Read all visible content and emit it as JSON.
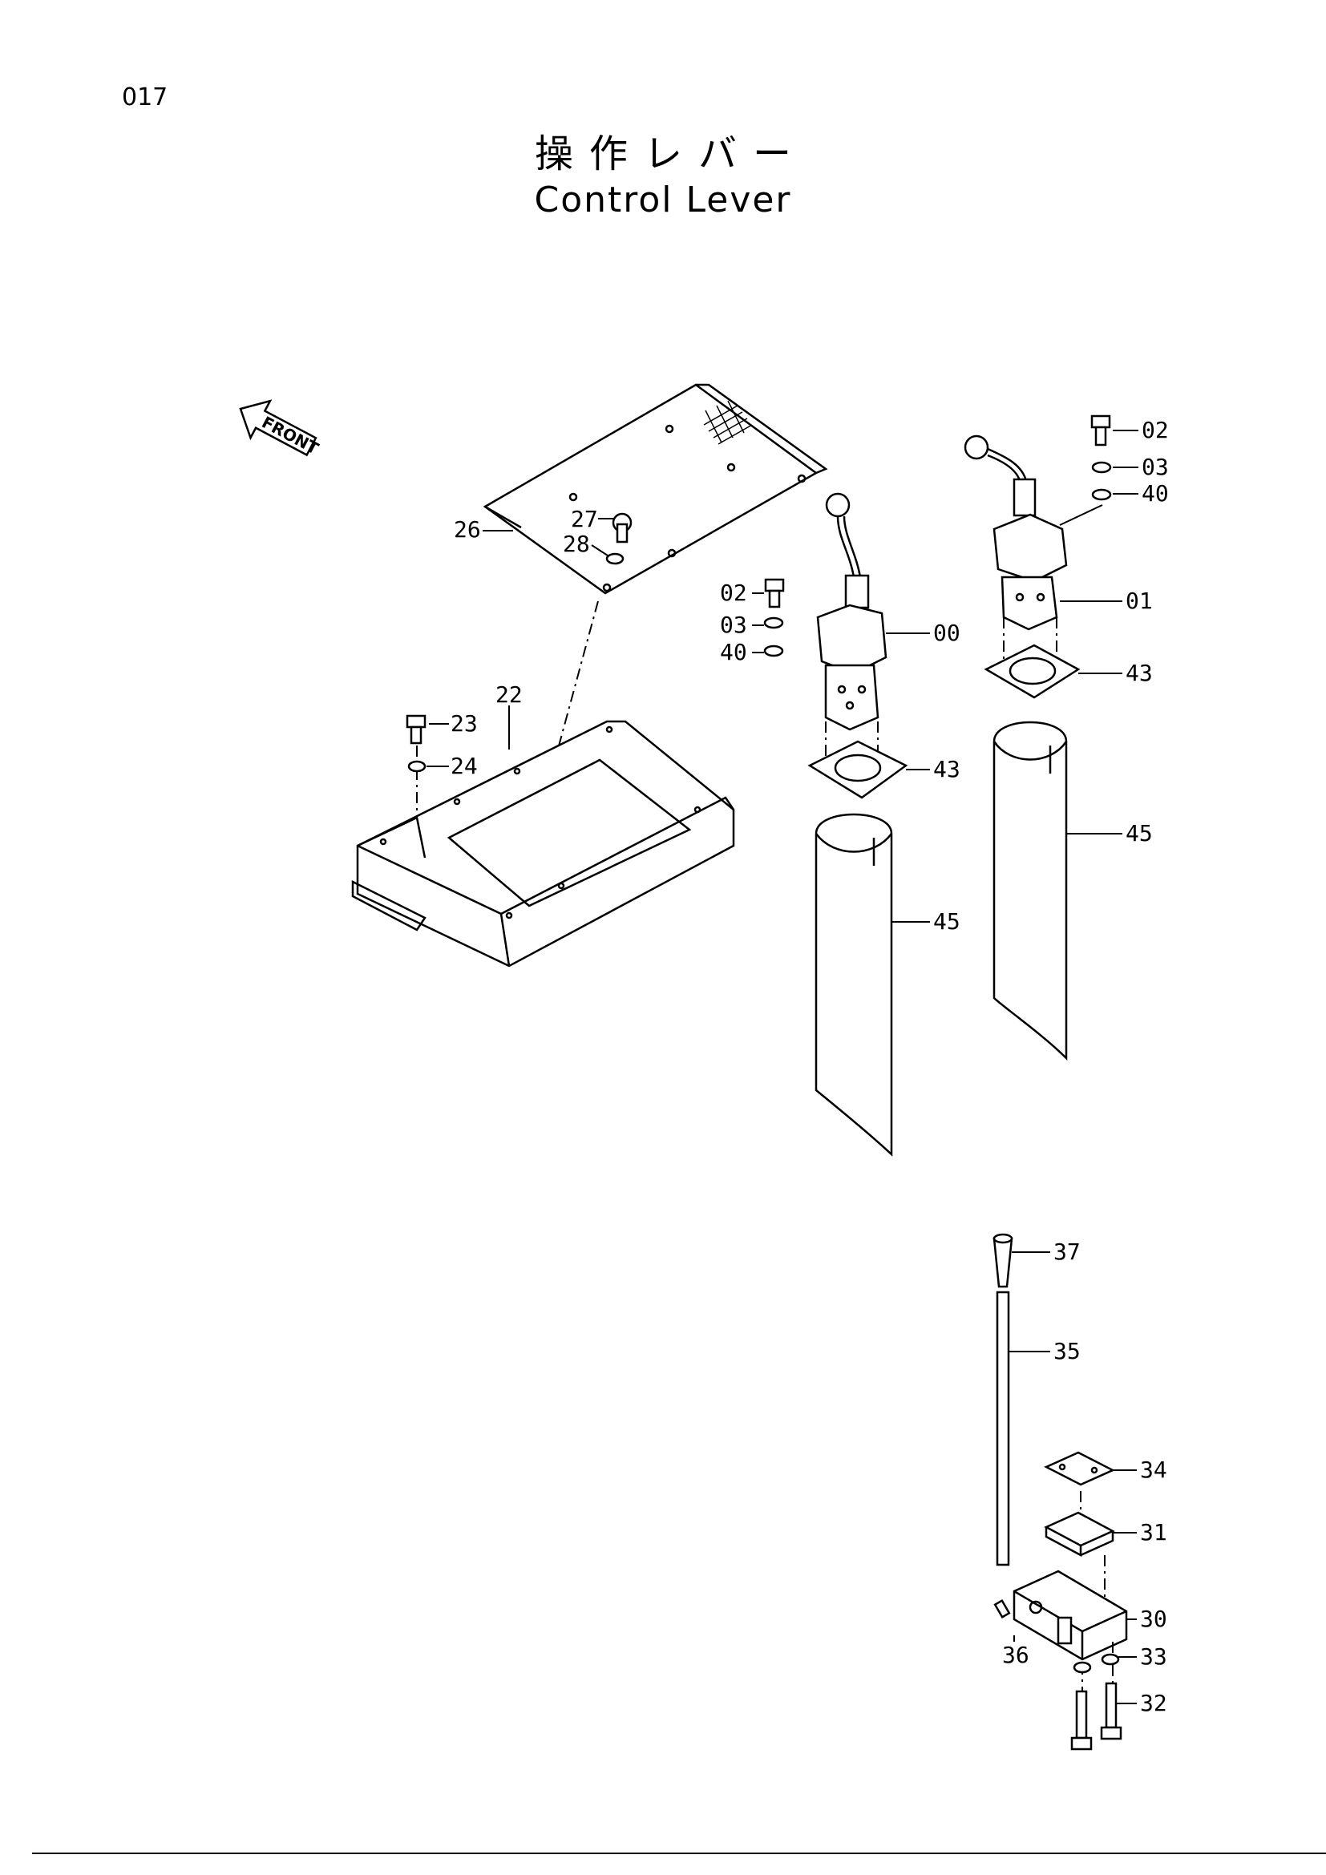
{
  "page": {
    "number": "017"
  },
  "title": {
    "ja": "操作レバー",
    "en": "Control Lever"
  },
  "direction_marker": {
    "text": "FRONT",
    "icon": "arrow-left-icon"
  },
  "parts": {
    "p00": "00",
    "p01": "01",
    "p02a": "02",
    "p02b": "02",
    "p03a": "03",
    "p03b": "03",
    "p40a": "40",
    "p40b": "40",
    "p43a": "43",
    "p43b": "43",
    "p45a": "45",
    "p45b": "45",
    "p22": "22",
    "p23": "23",
    "p24": "24",
    "p26": "26",
    "p27": "27",
    "p28": "28",
    "p30": "30",
    "p31": "31",
    "p32": "32",
    "p33": "33",
    "p34": "34",
    "p35": "35",
    "p36": "36",
    "p37": "37"
  }
}
